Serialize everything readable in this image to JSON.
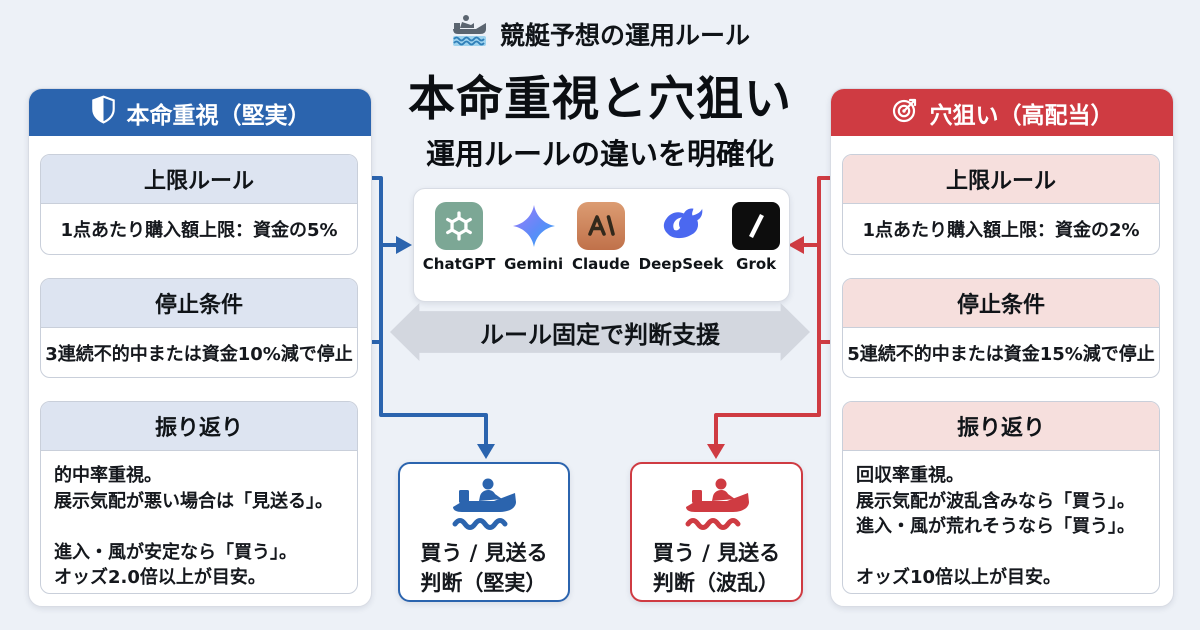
{
  "colors": {
    "bg": "#edf1f7",
    "blue": "#2b64ae",
    "red": "#cf3b42",
    "blue_tint": "#dde4f1",
    "red_tint": "#f6dfdd",
    "banner": "#d3d7df"
  },
  "header": {
    "icon": "speedboat-icon",
    "kicker": "競艇予想の運用ルール",
    "main_title": "本命重視と穴狙い",
    "subtitle": "運用ルールの違いを明確化"
  },
  "left_panel": {
    "icon": "shield-icon",
    "title": "本命重視（堅実）",
    "limit": {
      "heading": "上限ルール",
      "body": "1点あたり購入額上限：資金の5%"
    },
    "stop": {
      "heading": "停止条件",
      "body": "3連続不的中または資金10%減で停止"
    },
    "review": {
      "heading": "振り返り",
      "lines": [
        "的中率重視。",
        "展示気配が悪い場合は「見送る」。",
        "",
        "進入・風が安定なら「買う」。",
        "オッズ2.0倍以上が目安。"
      ]
    }
  },
  "right_panel": {
    "icon": "target-icon",
    "title": "穴狙い（高配当）",
    "limit": {
      "heading": "上限ルール",
      "body": "1点あたり購入額上限：資金の2%"
    },
    "stop": {
      "heading": "停止条件",
      "body": "5連続不的中または資金15%減で停止"
    },
    "review": {
      "heading": "振り返り",
      "lines": [
        "回収率重視。",
        "展示気配が波乱含みなら「買う」。",
        "進入・風が荒れそうなら「買う」。",
        "",
        "オッズ10倍以上が目安。"
      ]
    }
  },
  "ai_panel": {
    "items": [
      {
        "icon": "chatgpt-logo-icon",
        "label": "ChatGPT"
      },
      {
        "icon": "gemini-logo-icon",
        "label": "Gemini"
      },
      {
        "icon": "claude-logo-icon",
        "label": "Claude"
      },
      {
        "icon": "deepseek-logo-icon",
        "label": "DeepSeek"
      },
      {
        "icon": "grok-logo-icon",
        "label": "Grok"
      }
    ]
  },
  "banner": {
    "label": "ルール固定で判断支援"
  },
  "decisions": {
    "left": {
      "icon": "motorboat-icon",
      "line1": "買う / 見送る",
      "line2": "判断（堅実）"
    },
    "right": {
      "icon": "motorboat-icon",
      "line1": "買う / 見送る",
      "line2": "判断（波乱）"
    }
  }
}
